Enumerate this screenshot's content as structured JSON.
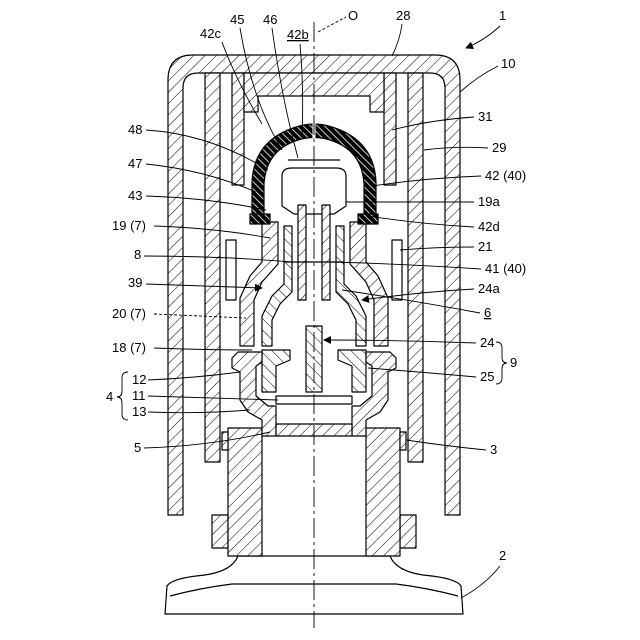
{
  "figure": {
    "labels": {
      "ref_1": "1",
      "ref_2": "2",
      "ref_3": "3",
      "ref_4": "4",
      "ref_5": "5",
      "ref_6": "6",
      "ref_8": "8",
      "ref_9": "9",
      "ref_10": "10",
      "ref_11": "11",
      "ref_12": "12",
      "ref_13": "13",
      "ref_18": "18 (7)",
      "ref_19": "19 (7)",
      "ref_19a": "19a",
      "ref_20": "20 (7)",
      "ref_21": "21",
      "ref_24": "24",
      "ref_24a": "24a",
      "ref_25": "25",
      "ref_28": "28",
      "ref_29": "29",
      "ref_31": "31",
      "ref_39": "39",
      "ref_41": "41 (40)",
      "ref_42": "42 (40)",
      "ref_42b": "42b",
      "ref_42c": "42c",
      "ref_42d": "42d",
      "ref_43": "43",
      "ref_45": "45",
      "ref_46": "46",
      "ref_47": "47",
      "ref_48": "48",
      "axis_O": "O"
    }
  }
}
